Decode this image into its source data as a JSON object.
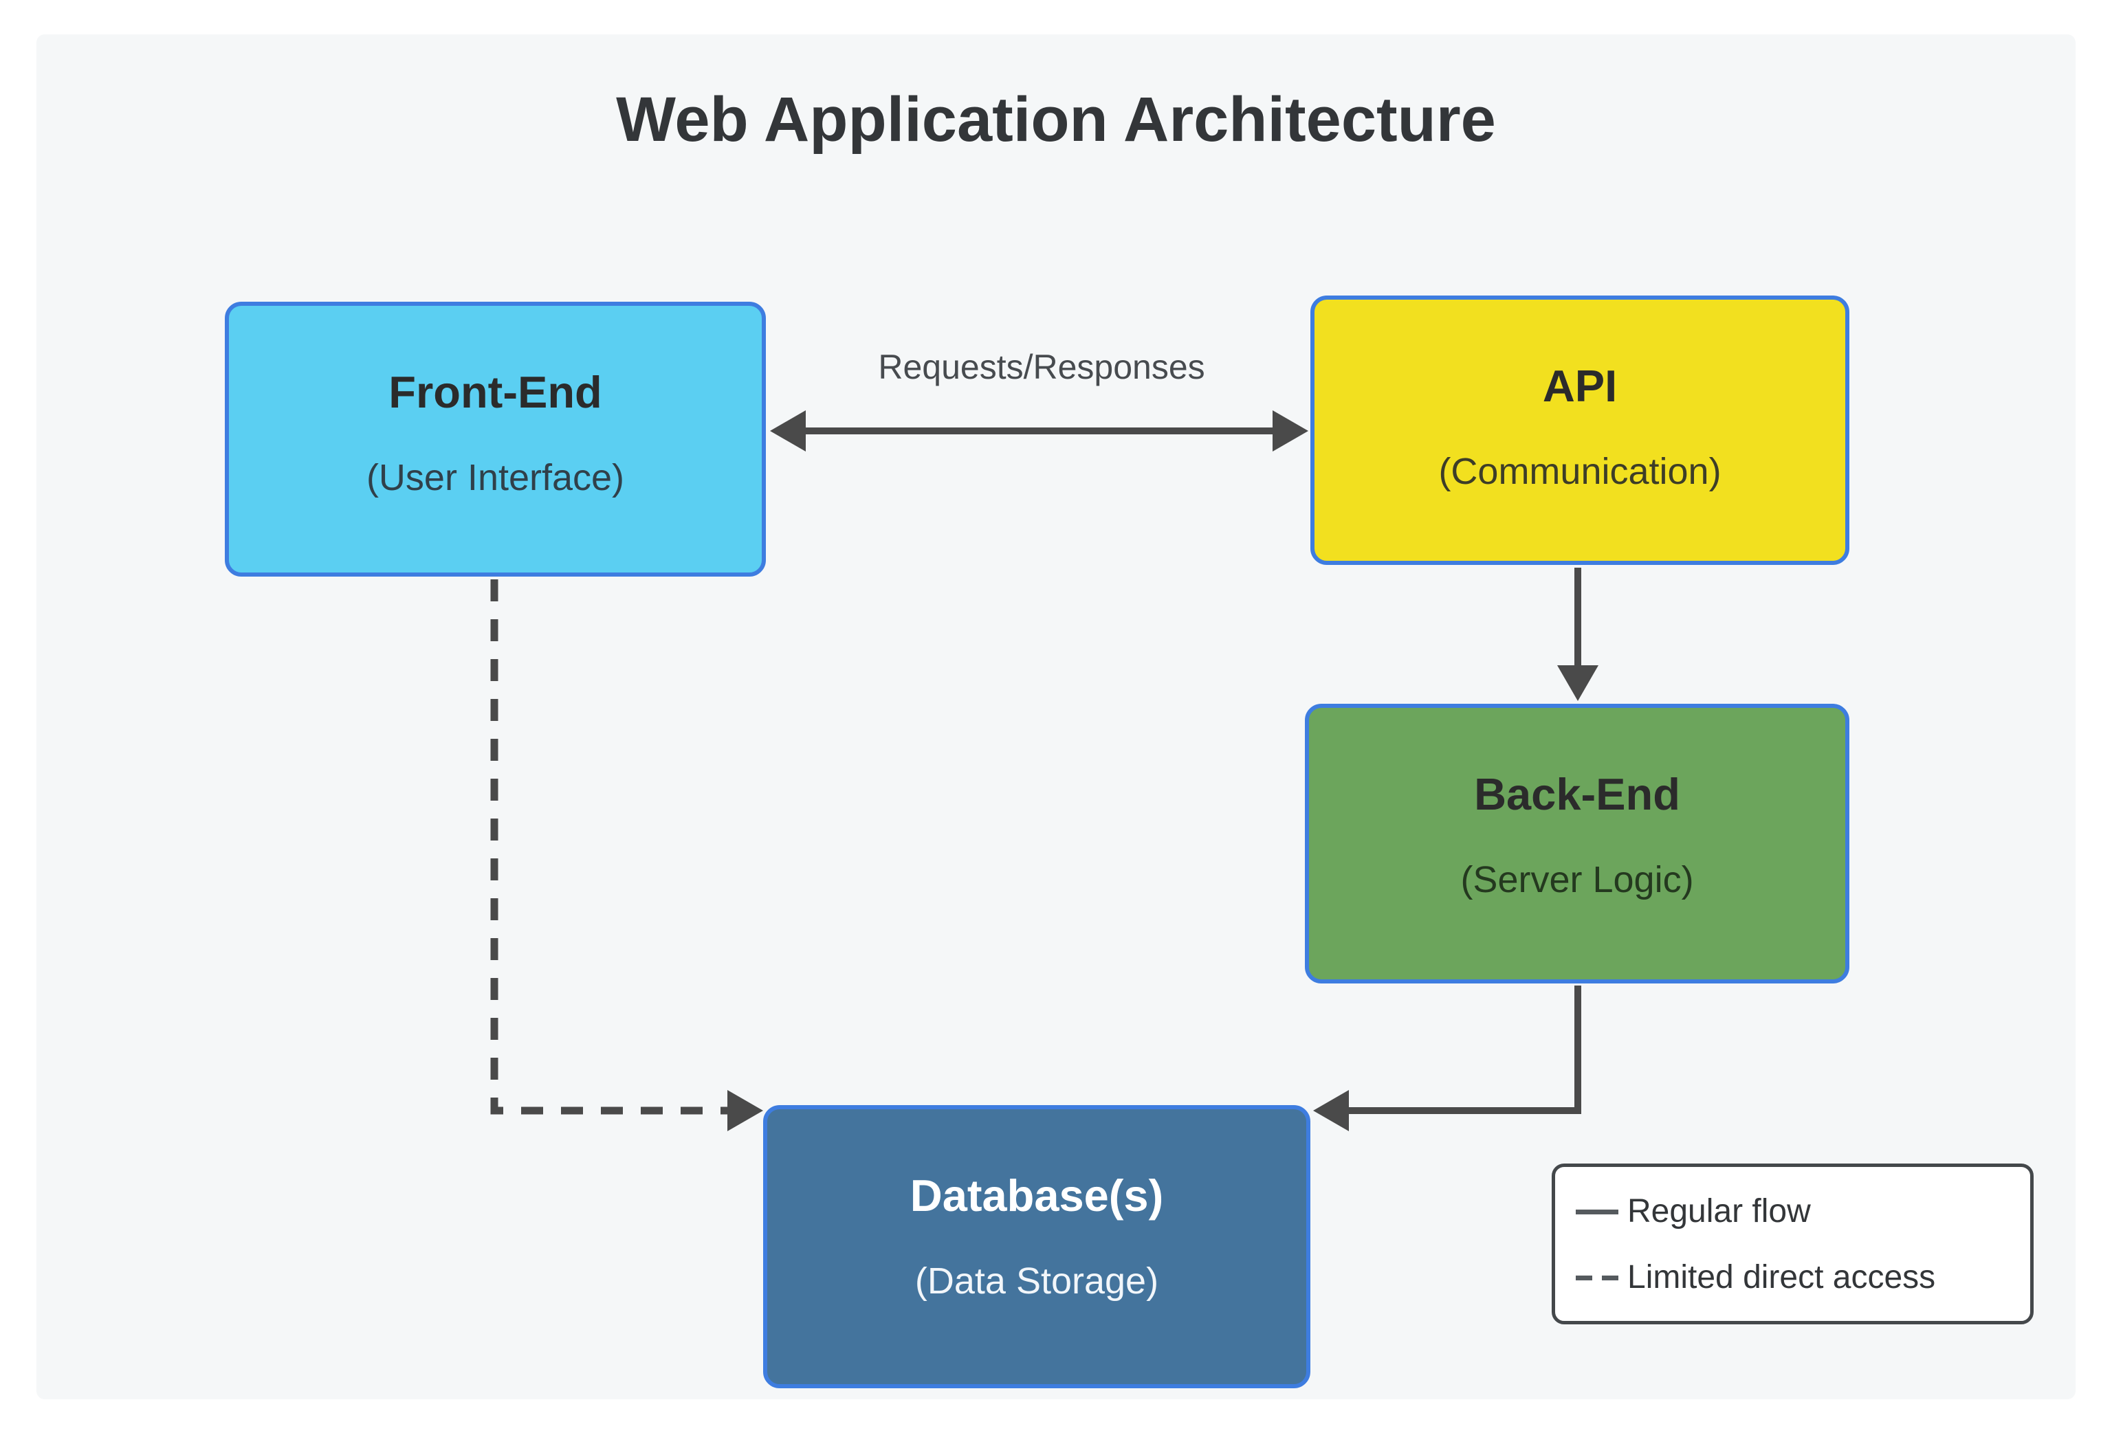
{
  "title": "Web Application Architecture",
  "nodes": [
    {
      "id": "frontend",
      "title": "Front-End",
      "subtitle": "(User Interface)",
      "fill": "#5bcff2",
      "border": "#3e7de0",
      "text": "#2b2b2b"
    },
    {
      "id": "api",
      "title": "API",
      "subtitle": "(Communication)",
      "fill": "#f2e01f",
      "border": "#3e7de0",
      "text": "#2b2b2b"
    },
    {
      "id": "backend",
      "title": "Back-End",
      "subtitle": "(Server Logic)",
      "fill": "#6ca55c",
      "border": "#3e7de0",
      "text": "#24391f"
    },
    {
      "id": "database",
      "title": "Database(s)",
      "subtitle": "(Data Storage)",
      "fill": "#44749d",
      "border": "#3e7de0",
      "text": "#ffffff"
    }
  ],
  "edges": {
    "frontend_api": {
      "label": "Requests/Responses",
      "style": "solid",
      "direction": "both"
    },
    "api_backend": {
      "label": "",
      "style": "solid",
      "direction": "down"
    },
    "backend_database": {
      "label": "",
      "style": "solid",
      "direction": "into-database"
    },
    "frontend_database": {
      "label": "",
      "style": "dashed",
      "direction": "into-database"
    }
  },
  "legend": {
    "items": [
      {
        "symbol": "solid-line",
        "label": "Regular flow"
      },
      {
        "symbol": "dashed-line",
        "label": "Limited direct access"
      }
    ]
  },
  "colors": {
    "canvas": "#ffffff",
    "panel": "#f5f7f8",
    "arrow": "#4a4a4a",
    "node_border": "#3e7de0",
    "legend_border": "#44484b",
    "title_text": "#333639"
  }
}
